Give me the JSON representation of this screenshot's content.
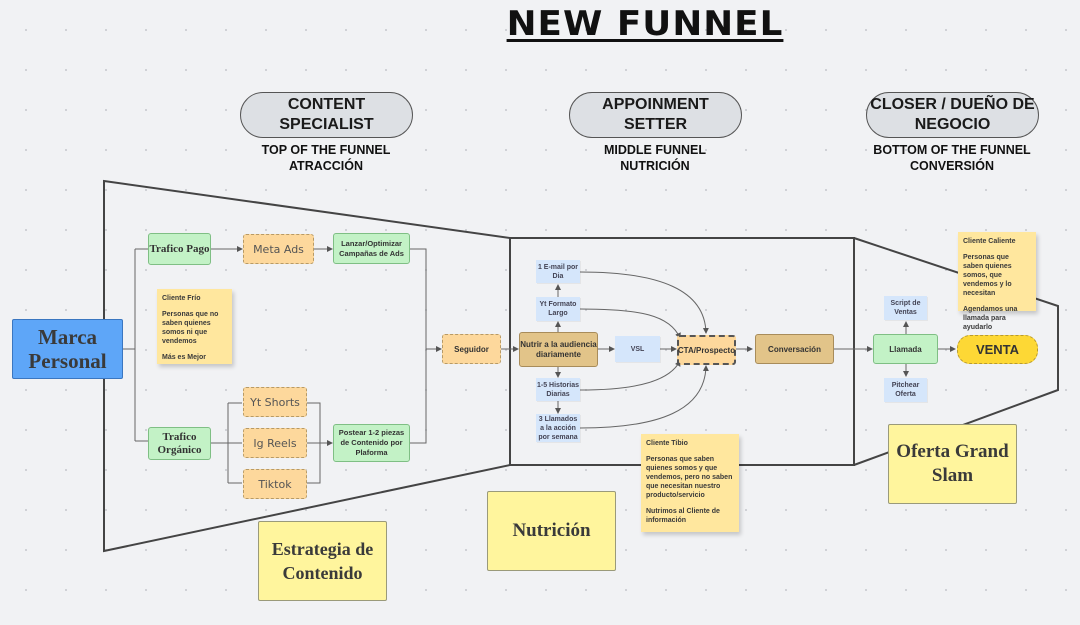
{
  "title": "NEW FUNNEL",
  "stages": [
    {
      "role": "CONTENT SPECIALIST",
      "stage": "TOP OF THE FUNNEL",
      "phase": "ATRACCIÓN"
    },
    {
      "role": "APPOINMENT SETTER",
      "stage": "MIDDLE FUNNEL",
      "phase": "NUTRICIÓN"
    },
    {
      "role": "CLOSER / DUEÑO DE NEGOCIO",
      "stage": "BOTTOM OF THE FUNNEL",
      "phase": "CONVERSIÓN"
    }
  ],
  "top": {
    "marca": "Marca Personal",
    "trafico_pago": "Trafico Pago",
    "meta_ads": "Meta Ads",
    "lanzar": "Lanzar/Optimizar Campañas de Ads",
    "trafico_organico": "Trafico Orgánico",
    "yt_shorts": "Yt Shorts",
    "ig_reels": "Ig Reels",
    "tiktok": "Tiktok",
    "postear": "Postear 1-2 piezas de Contenido por Plaforma",
    "seguidor": "Seguidor",
    "sticky": {
      "title": "Cliente Frío",
      "body": "Personas que no saben quienes somos ni que vendemos",
      "note": "Más es Mejor"
    },
    "card": "Estrategia de Contenido"
  },
  "middle": {
    "nutrir": "Nutrir a la audiencia diariamente",
    "email": "1 E-mail por Dia",
    "yt_largo": "Yt Formato Largo",
    "historias": "1-5 Historias Diarias",
    "llamados": "3 Llamados a la acción por semana",
    "vsl": "VSL",
    "cta": "CTA/Prospecto",
    "conversacion": "Conversación",
    "sticky": {
      "title": "Cliente Tibio",
      "body": "Personas que saben quienes somos y que vendemos, pero no saben que necesitan nuestro producto/servicio",
      "note": "Nutrimos al Cliente de información"
    },
    "card": "Nutrición"
  },
  "bottom": {
    "llamada": "Llamada",
    "script": "Script de Ventas",
    "pitchear": "Pitchear Oferta",
    "venta": "VENTA",
    "sticky": {
      "title": "Cliente Caliente",
      "body": "Personas que saben quienes somos, que vendemos y lo necesitan",
      "note": "Agendamos una llamada para ayudarlo"
    },
    "card": "Oferta Grand Slam"
  },
  "colors": {
    "green": "#c3f2c6",
    "orange": "#fdd89c",
    "tan": "#e2c489",
    "blue_task": "#d5e6fb",
    "marca": "#5ea6f8",
    "venta": "#fdd835",
    "sticky": "#ffe79e",
    "card": "#fff59d"
  }
}
